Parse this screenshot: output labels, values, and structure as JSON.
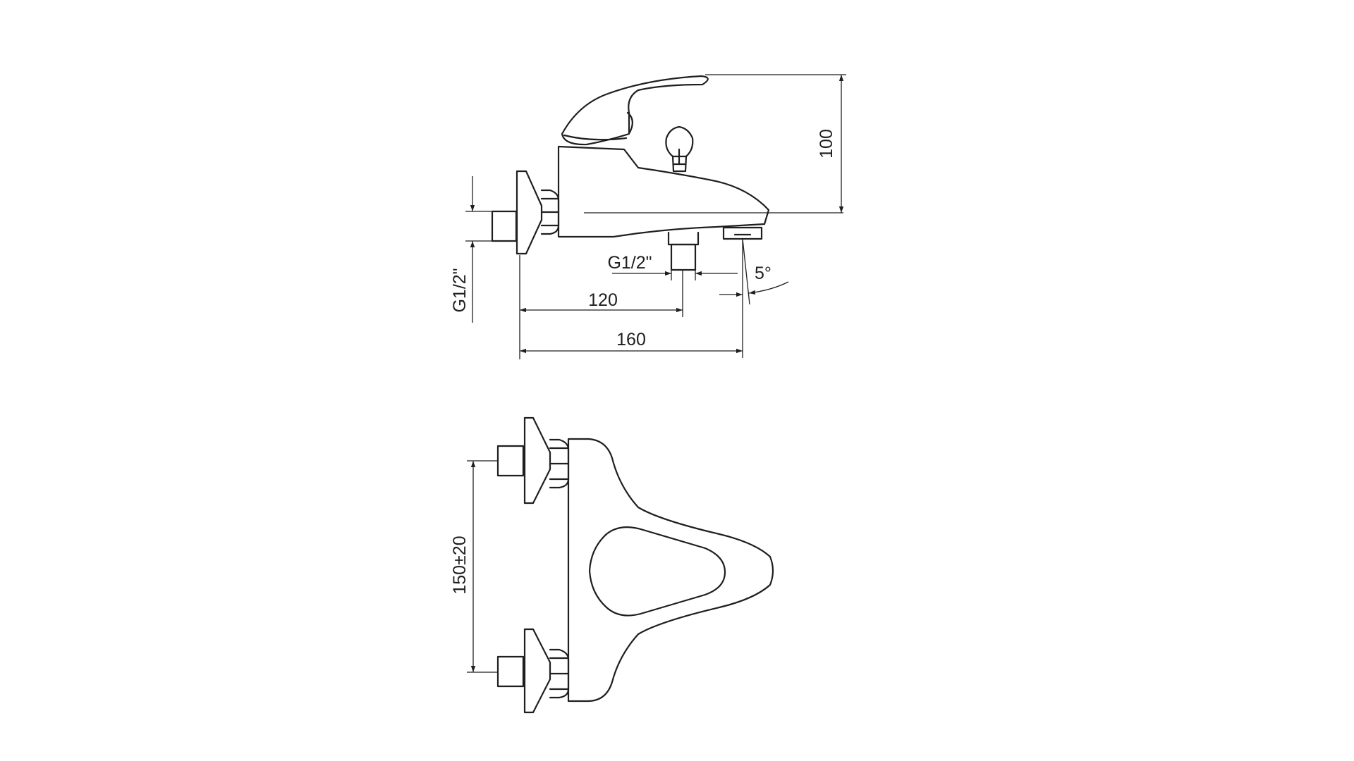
{
  "side_view": {
    "height_label": "100",
    "inlet_thread_label": "G1/2\"",
    "outlet_thread_label": "G1/2\"",
    "outlet_distance_label": "120",
    "spout_distance_label": "160",
    "spout_angle_label": "5°"
  },
  "top_view": {
    "inlet_spacing_label": "150±20"
  },
  "colors": {
    "line": "#1f1f1f",
    "background": "#ffffff"
  }
}
